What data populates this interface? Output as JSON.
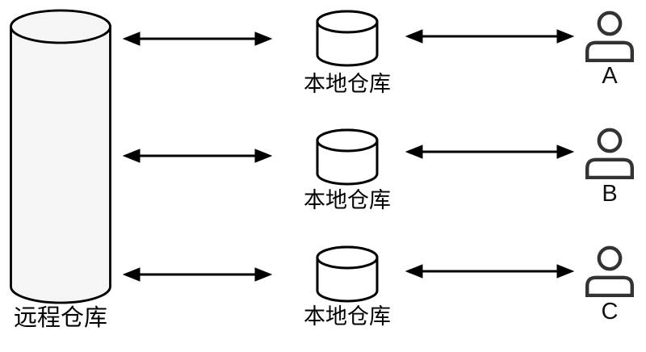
{
  "diagram": {
    "remote_repo": {
      "label": "远程仓库",
      "shape": "database-cylinder"
    },
    "rows": [
      {
        "local_repo_label": "本地仓库",
        "user_label": "A"
      },
      {
        "local_repo_label": "本地仓库",
        "user_label": "B"
      },
      {
        "local_repo_label": "本地仓库",
        "user_label": "C"
      }
    ],
    "connections": [
      {
        "from": "远程仓库",
        "to": "本地仓库 (row A)",
        "direction": "bidirectional"
      },
      {
        "from": "本地仓库 (row A)",
        "to": "A",
        "direction": "bidirectional"
      },
      {
        "from": "远程仓库",
        "to": "本地仓库 (row B)",
        "direction": "bidirectional"
      },
      {
        "from": "本地仓库 (row B)",
        "to": "B",
        "direction": "bidirectional"
      },
      {
        "from": "远程仓库",
        "to": "本地仓库 (row C)",
        "direction": "bidirectional"
      },
      {
        "from": "本地仓库 (row C)",
        "to": "C",
        "direction": "bidirectional"
      }
    ],
    "colors": {
      "outline": "#000000",
      "remote_repo_fill": "#f5f5f5",
      "local_repo_fill": "#ffffff",
      "person_stroke": "#333333",
      "background": "#ffffff"
    }
  }
}
